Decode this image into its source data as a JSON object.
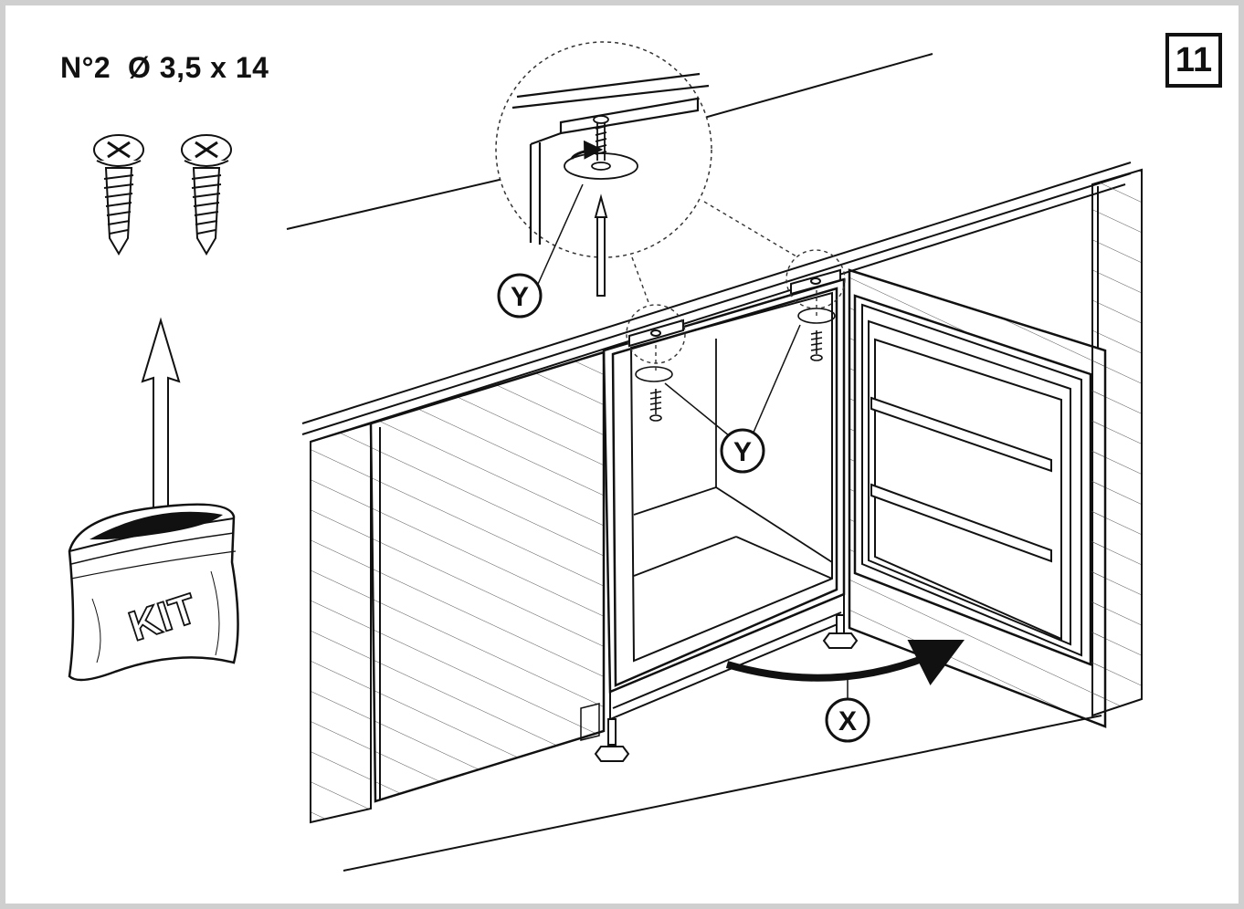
{
  "spec": {
    "text": "N°2  Ø 3,5 x 14"
  },
  "step": {
    "number": "11"
  },
  "callouts": {
    "y_top": "Y",
    "y_bottom": "Y",
    "x": "X"
  },
  "bag": {
    "label": "KIT"
  },
  "colors": {
    "ink": "#111111",
    "frame": "#cfcfcf",
    "paper": "#ffffff"
  }
}
